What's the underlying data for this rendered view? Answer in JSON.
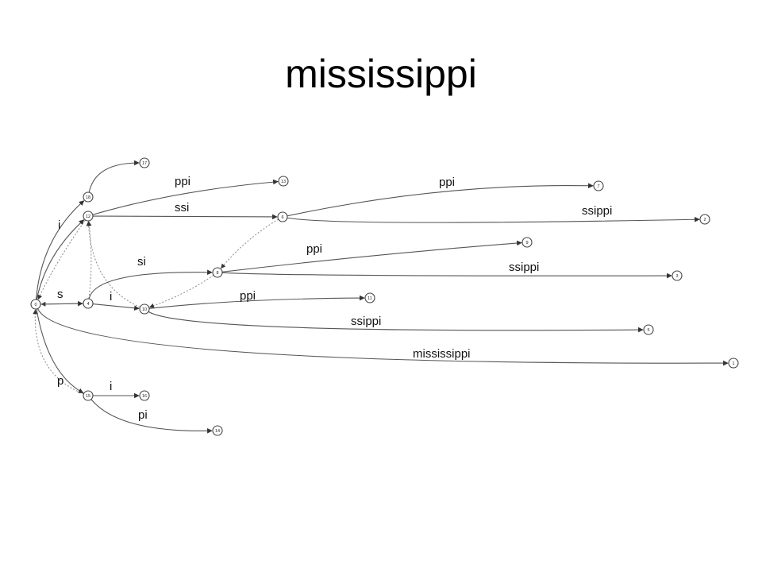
{
  "title": "mississippi",
  "nodes": [
    {
      "id": "n0",
      "label": "0"
    },
    {
      "id": "n1",
      "label": "1"
    },
    {
      "id": "n2",
      "label": "2"
    },
    {
      "id": "n3",
      "label": "3"
    },
    {
      "id": "n4",
      "label": "4"
    },
    {
      "id": "n5",
      "label": "5"
    },
    {
      "id": "n6",
      "label": "6"
    },
    {
      "id": "n7",
      "label": "7"
    },
    {
      "id": "n8",
      "label": "8"
    },
    {
      "id": "n9",
      "label": "9"
    },
    {
      "id": "n10",
      "label": "10"
    },
    {
      "id": "n11",
      "label": "11"
    },
    {
      "id": "n12",
      "label": "12"
    },
    {
      "id": "n13",
      "label": "13"
    },
    {
      "id": "n14",
      "label": "14"
    },
    {
      "id": "n15",
      "label": "15"
    },
    {
      "id": "n16",
      "label": "16"
    },
    {
      "id": "n17",
      "label": "17"
    },
    {
      "id": "n18",
      "label": "18"
    }
  ],
  "edges": [
    {
      "from": "n0",
      "to": "n12",
      "label": "i"
    },
    {
      "from": "n0",
      "to": "n4",
      "label": "s"
    },
    {
      "from": "n0",
      "to": "n15",
      "label": "p"
    },
    {
      "from": "n0",
      "to": "n1",
      "label": "mississippi"
    },
    {
      "from": "n0",
      "to": "n18",
      "label": ""
    },
    {
      "from": "n18",
      "to": "n17",
      "label": ""
    },
    {
      "from": "n12",
      "to": "n13",
      "label": "ppi"
    },
    {
      "from": "n12",
      "to": "n6",
      "label": "ssi"
    },
    {
      "from": "n6",
      "to": "n7",
      "label": "ppi"
    },
    {
      "from": "n6",
      "to": "n2",
      "label": "ssippi"
    },
    {
      "from": "n4",
      "to": "n8",
      "label": "si"
    },
    {
      "from": "n4",
      "to": "n10",
      "label": "i"
    },
    {
      "from": "n8",
      "to": "n9",
      "label": "ppi"
    },
    {
      "from": "n8",
      "to": "n3",
      "label": "ssippi"
    },
    {
      "from": "n10",
      "to": "n11",
      "label": "ppi"
    },
    {
      "from": "n10",
      "to": "n5",
      "label": "ssippi"
    },
    {
      "from": "n15",
      "to": "n16",
      "label": "i"
    },
    {
      "from": "n15",
      "to": "n14",
      "label": "pi"
    }
  ],
  "suffix_links": [
    {
      "from": "n12",
      "to": "n0"
    },
    {
      "from": "n4",
      "to": "n0"
    },
    {
      "from": "n15",
      "to": "n0"
    },
    {
      "from": "n6",
      "to": "n8"
    },
    {
      "from": "n8",
      "to": "n10"
    },
    {
      "from": "n10",
      "to": "n12"
    },
    {
      "from": "n4",
      "to": "n12"
    }
  ]
}
